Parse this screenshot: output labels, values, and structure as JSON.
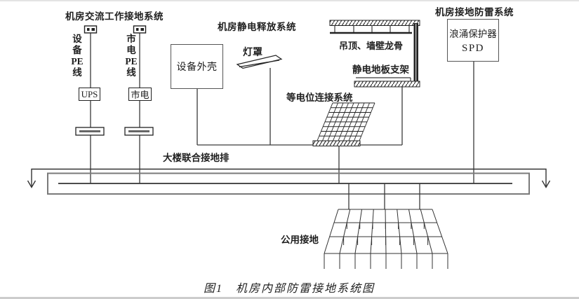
{
  "titles": {
    "ac_ground_system": "机房交流工作接地系统",
    "static_discharge_system": "机房静电释放系统",
    "lightning_protection_system": "机房接地防雷系统"
  },
  "components": {
    "device_pe_line": [
      "设",
      "备",
      "PE",
      "线"
    ],
    "mains_pe_line": [
      "市",
      "电",
      "PE",
      "线"
    ],
    "ups": "UPS",
    "mains": "市电",
    "device_shell": "设备外壳",
    "lamp_shade": "灯罩",
    "ceiling_wall_keel": "吊顶、墙壁龙骨",
    "antistatic_floor_support": "静电地板支架",
    "equipotential_bonding_system": "等电位连接系统",
    "surge_protector": "浪涌保护器",
    "spd": "SPD",
    "building_joint_ground_bar": "大楼联合接地排",
    "common_ground": "公用接地"
  },
  "caption": "图1　机房内部防雷接地系统图",
  "colors": {
    "line": "#3a3a3a",
    "busbar_stroke": "#7a7a7a",
    "text": "#1f1f1f",
    "background": "#ffffff"
  }
}
